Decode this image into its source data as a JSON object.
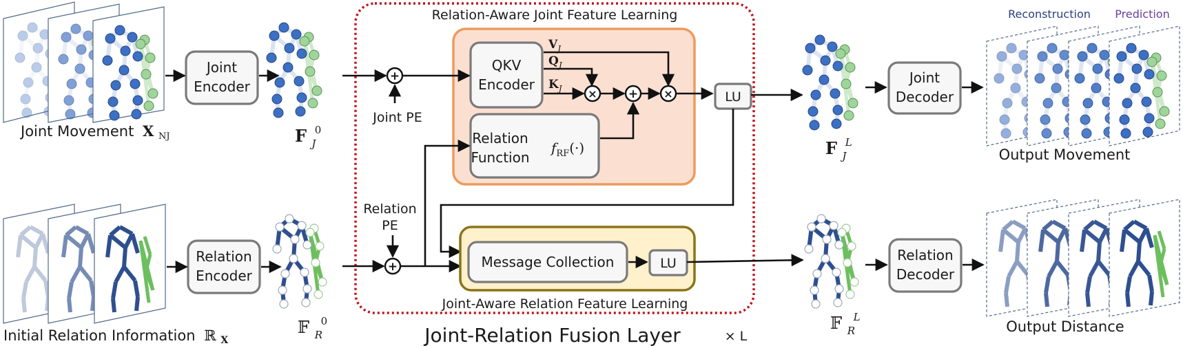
{
  "colors": {
    "joint_blue": "#3d6fc4",
    "joint_green": "#9fd49a",
    "bone_blue": "#2e4f8f",
    "bone_green": "#6cbf5e",
    "fusion_border": "#c0141c",
    "joint_block_fill": "#fbe0d2",
    "joint_block_border": "#ee9a5c",
    "relation_block_fill": "#fff1cc",
    "relation_block_border": "#8b7317",
    "reconstruction_text": "#2b3f7c",
    "prediction_text": "#6a3fa0"
  },
  "inputs": {
    "joint_movement_label": "Joint Movement",
    "joint_movement_symbol": "X",
    "joint_movement_sub": "NJ",
    "relation_info_label": "Initial Relation Information",
    "relation_info_symbol": "ℝ",
    "relation_info_sub": "X"
  },
  "encoders": {
    "joint_line1": "Joint",
    "joint_line2": "Encoder",
    "relation_line1": "Relation",
    "relation_line2": "Encoder"
  },
  "features": {
    "fj0_base": "F",
    "fj0_sub": "J",
    "fj0_sup": "0",
    "fr0_base": "𝔽",
    "fr0_sub": "R",
    "fr0_sup": "0",
    "fjl_base": "F",
    "fjl_sub": "J",
    "fjl_sup": "L",
    "frl_base": "𝔽",
    "frl_sub": "R",
    "frl_sup": "L"
  },
  "fusion": {
    "title": "Joint-Relation Fusion Layer",
    "repeat": "× L",
    "joint_block_title": "Relation-Aware Joint Feature Learning",
    "relation_block_title": "Joint-Aware Relation Feature Learning",
    "joint_pe": "Joint PE",
    "relation_pe_line1": "Relation",
    "relation_pe_line2": "PE",
    "qkv_line1": "QKV",
    "qkv_line2": "Encoder",
    "v_label": "V",
    "q_label": "Q",
    "k_label": "K",
    "vqk_sub": "J",
    "rf_line1": "Relation",
    "rf_line2": "Function",
    "rf_func": "f",
    "rf_func_sub": "RF",
    "rf_func_arg": "(·)",
    "lu": "LU",
    "message_collection": "Message Collection",
    "lu2": "LU"
  },
  "decoders": {
    "joint_line1": "Joint",
    "joint_line2": "Decoder",
    "relation_line1": "Relation",
    "relation_line2": "Decoder"
  },
  "outputs": {
    "movement": "Output Movement",
    "distance": "Output Distance",
    "reconstruction": "Reconstruction",
    "prediction": "Prediction"
  }
}
